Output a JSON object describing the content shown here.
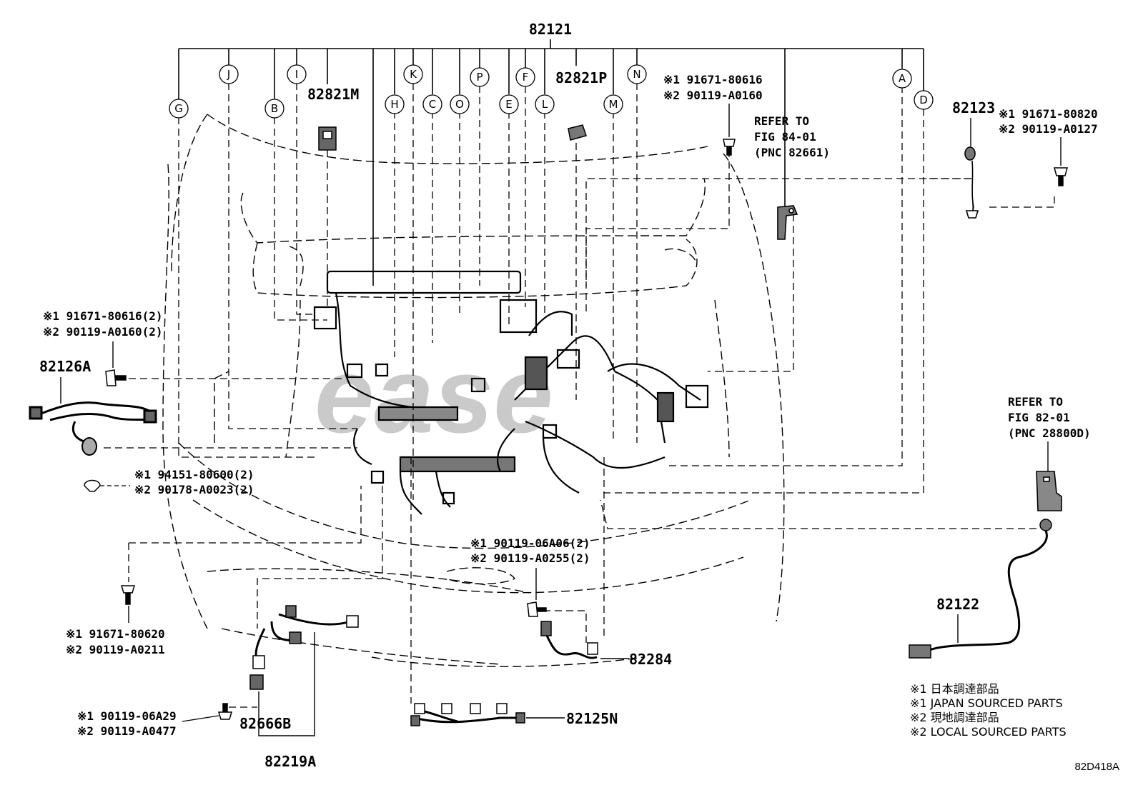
{
  "top_part": "82121",
  "callout_letters": [
    "A",
    "B",
    "C",
    "D",
    "E",
    "F",
    "G",
    "H",
    "I",
    "J",
    "K",
    "L",
    "M",
    "N",
    "O",
    "P"
  ],
  "connectors": {
    "m": "82821M",
    "p": "82821P"
  },
  "refer_84": [
    "REFER TO",
    "FIG 84-01",
    "(PNC 82661)"
  ],
  "refer_82": [
    "REFER TO",
    "FIG 82-01",
    "(PNC 28800D)"
  ],
  "notes": {
    "bolt_center": [
      "※1 91671-80616",
      "※2 90119-A0160"
    ],
    "bolt_82123": [
      "※1 91671-80820",
      "※2 90119-A0127"
    ],
    "bolt_left": [
      "※1 91671-80616(2)",
      "※2 90119-A0160(2)"
    ],
    "clip_left": [
      "※1 94151-80600(2)",
      "※2 90178-A0023(2)"
    ],
    "bolt_lower_left": [
      "※1 91671-80620",
      "※2 90119-A0211"
    ],
    "bolt_center_low": [
      "※1 90119-06A06(2)",
      "※2 90119-A0255(2)"
    ],
    "bolt_bottom": [
      "※1 90119-06A29",
      "※2 90119-A0477"
    ]
  },
  "parts": {
    "p82123": "82123",
    "p82126A": "82126A",
    "p82122": "82122",
    "p82284": "82284",
    "p82125N": "82125N",
    "p82666B": "82666B",
    "p82219A": "82219A"
  },
  "legend": [
    "※1 日本調達部品",
    "※1 JAPAN SOURCED PARTS",
    "※2 現地調達部品",
    "※2 LOCAL SOURCED PARTS"
  ],
  "figure_code": "82D418A",
  "watermark": "ease"
}
